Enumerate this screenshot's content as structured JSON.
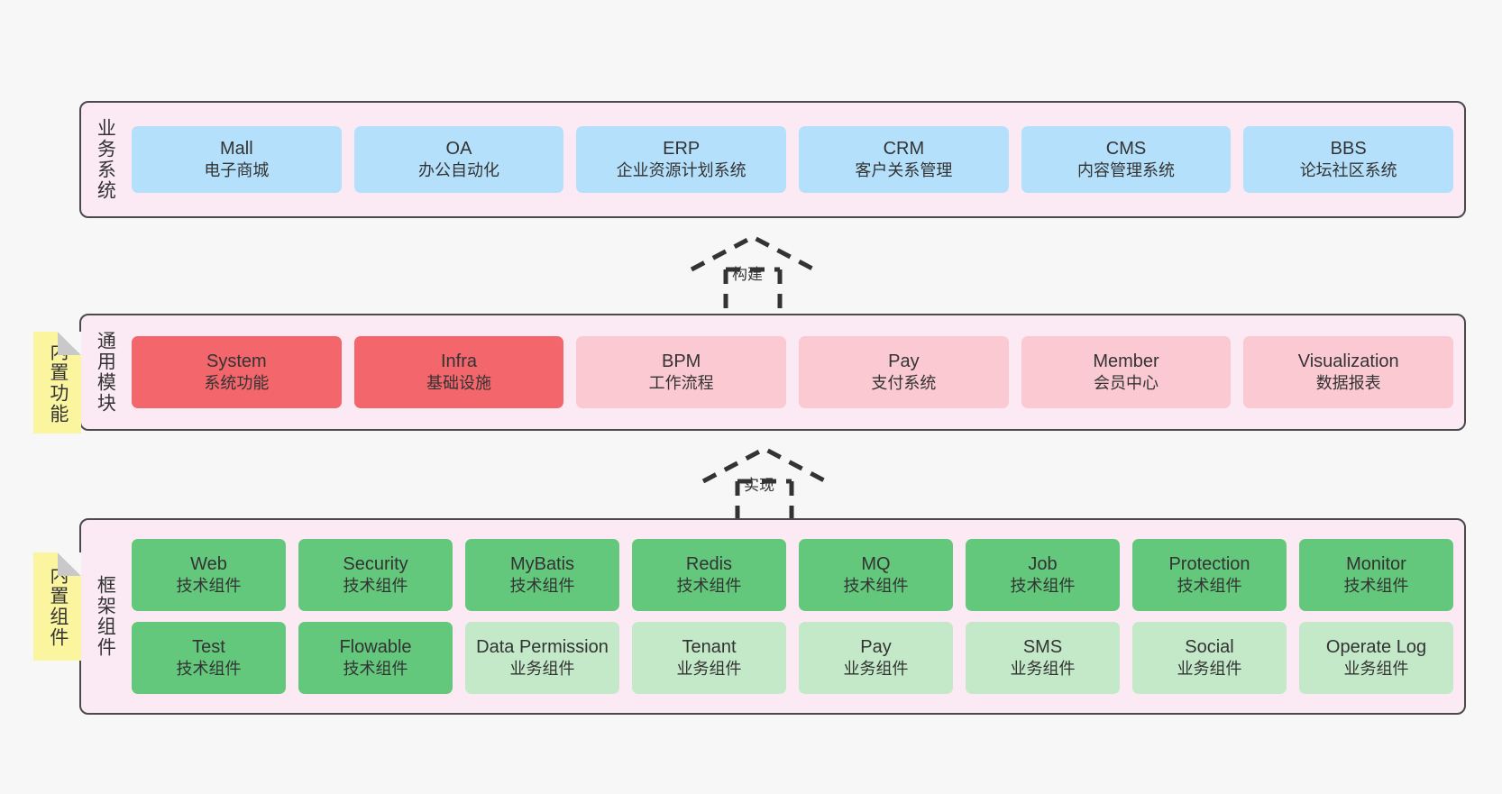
{
  "layers": [
    {
      "id": "business",
      "title": "业务系统",
      "rows": [
        {
          "cards": [
            {
              "en": "Mall",
              "cn": "电子商城",
              "color": "blue"
            },
            {
              "en": "OA",
              "cn": "办公自动化",
              "color": "blue"
            },
            {
              "en": "ERP",
              "cn": "企业资源计划系统",
              "color": "blue"
            },
            {
              "en": "CRM",
              "cn": "客户关系管理",
              "color": "blue"
            },
            {
              "en": "CMS",
              "cn": "内容管理系统",
              "color": "blue"
            },
            {
              "en": "BBS",
              "cn": "论坛社区系统",
              "color": "blue"
            }
          ]
        }
      ]
    },
    {
      "id": "modules",
      "title": "通用模块",
      "rows": [
        {
          "cards": [
            {
              "en": "System",
              "cn": "系统功能",
              "color": "red"
            },
            {
              "en": "Infra",
              "cn": "基础设施",
              "color": "red"
            },
            {
              "en": "BPM",
              "cn": "工作流程",
              "color": "pink"
            },
            {
              "en": "Pay",
              "cn": "支付系统",
              "color": "pink"
            },
            {
              "en": "Member",
              "cn": "会员中心",
              "color": "pink"
            },
            {
              "en": "Visualization",
              "cn": "数据报表",
              "color": "pink"
            }
          ]
        }
      ]
    },
    {
      "id": "framework",
      "title": "框架组件",
      "rows": [
        {
          "cards": [
            {
              "en": "Web",
              "cn": "技术组件",
              "color": "green"
            },
            {
              "en": "Security",
              "cn": "技术组件",
              "color": "green"
            },
            {
              "en": "MyBatis",
              "cn": "技术组件",
              "color": "green"
            },
            {
              "en": "Redis",
              "cn": "技术组件",
              "color": "green"
            },
            {
              "en": "MQ",
              "cn": "技术组件",
              "color": "green"
            },
            {
              "en": "Job",
              "cn": "技术组件",
              "color": "green"
            },
            {
              "en": "Protection",
              "cn": "技术组件",
              "color": "green"
            },
            {
              "en": "Monitor",
              "cn": "技术组件",
              "color": "green"
            }
          ]
        },
        {
          "cards": [
            {
              "en": "Test",
              "cn": "技术组件",
              "color": "green"
            },
            {
              "en": "Flowable",
              "cn": "技术组件",
              "color": "green"
            },
            {
              "en": "Data Permission",
              "cn": "业务组件",
              "color": "lgreen"
            },
            {
              "en": "Tenant",
              "cn": "业务组件",
              "color": "lgreen"
            },
            {
              "en": "Pay",
              "cn": "业务组件",
              "color": "lgreen"
            },
            {
              "en": "SMS",
              "cn": "业务组件",
              "color": "lgreen"
            },
            {
              "en": "Social",
              "cn": "业务组件",
              "color": "lgreen"
            },
            {
              "en": "Operate Log",
              "cn": "业务组件",
              "color": "lgreen"
            }
          ]
        }
      ]
    }
  ],
  "notes": [
    {
      "id": "builtin-function",
      "text": "内置功能"
    },
    {
      "id": "builtin-component",
      "text": "内置组件"
    }
  ],
  "arrows": [
    {
      "id": "build",
      "label": "构建"
    },
    {
      "id": "impl",
      "label": "实现"
    }
  ],
  "colors": {
    "page_background": "#f7f7f7",
    "layer_background": "#fbeaf4",
    "layer_border": "#4a4a4a",
    "note_background": "#fbf5a0",
    "card_blue": "#b5e0fb",
    "card_red": "#f2666c",
    "card_pink": "#fbc9d2",
    "card_green": "#63c77c",
    "card_light_green": "#c3e9c9",
    "text": "#333333"
  }
}
